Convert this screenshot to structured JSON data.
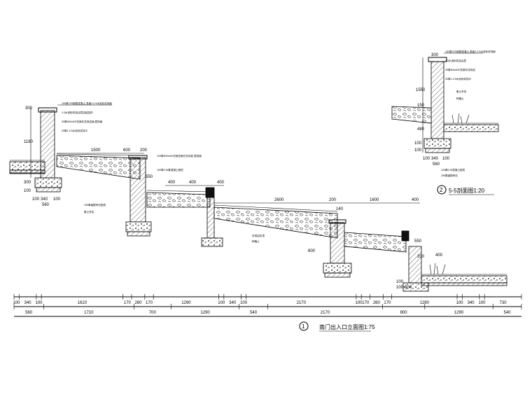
{
  "titles": {
    "main_number": "1",
    "main_title": "南门出入口立面图1:75",
    "detail_number": "2",
    "detail_title": "5-5剖面图1:20"
  },
  "main_dims": {
    "top_row": [
      "1500",
      "600",
      "200",
      "400",
      "400",
      "400",
      "2600",
      "200",
      "1600",
      "400"
    ],
    "bottom_row1": [
      "100",
      "340",
      "100",
      "1610",
      "170",
      "260",
      "170",
      "1290",
      "100",
      "340",
      "100",
      "2170",
      "100",
      "170",
      "260",
      "170",
      "1290",
      "100",
      "340",
      "100",
      "730"
    ],
    "bottom_row2": [
      "560",
      "1710",
      "700",
      "1290",
      "540",
      "2170",
      "800",
      "1290",
      "540"
    ],
    "wall_left": [
      "300",
      "1180",
      "300",
      "100"
    ],
    "base_left": [
      "100",
      "340",
      "100",
      "560"
    ],
    "mid_heights": [
      "550",
      "140",
      "600",
      "550",
      "200",
      "100",
      "400",
      "100",
      "300"
    ]
  },
  "detail_dims": {
    "top": "300",
    "vertical": [
      "1550",
      "150",
      "480",
      "100",
      "100"
    ],
    "base": [
      "100",
      "340",
      "100",
      "560"
    ]
  },
  "notes": {
    "main": [
      "150厚C25钢筋混凝土,表面1:2.5水泥砂浆抹面",
      "1:3水泥砂浆结合层加粘结剂",
      "30厚600x400芝麻灰花岗岩面,荔枝面",
      "20厚1:2.5水泥砂浆找平",
      "100厚600x300光面芝麻白花岗岩,荔枝面",
      "100厚C15素混凝土垫层",
      "150厚级配碎石垫层",
      "素土夯实",
      "花岗岩压顶",
      "种植土"
    ],
    "detail": [
      "150厚C25钢筋混凝土,表面1:2.5水泥砂浆抹面",
      "1:3水泥砂浆结合层",
      "30厚600x400芝麻灰花岗岩",
      "20厚1:2.5水泥砂浆找平",
      "素土夯实",
      "种植土",
      "100厚C15混凝土垫层",
      "150厚级配碎石"
    ]
  }
}
